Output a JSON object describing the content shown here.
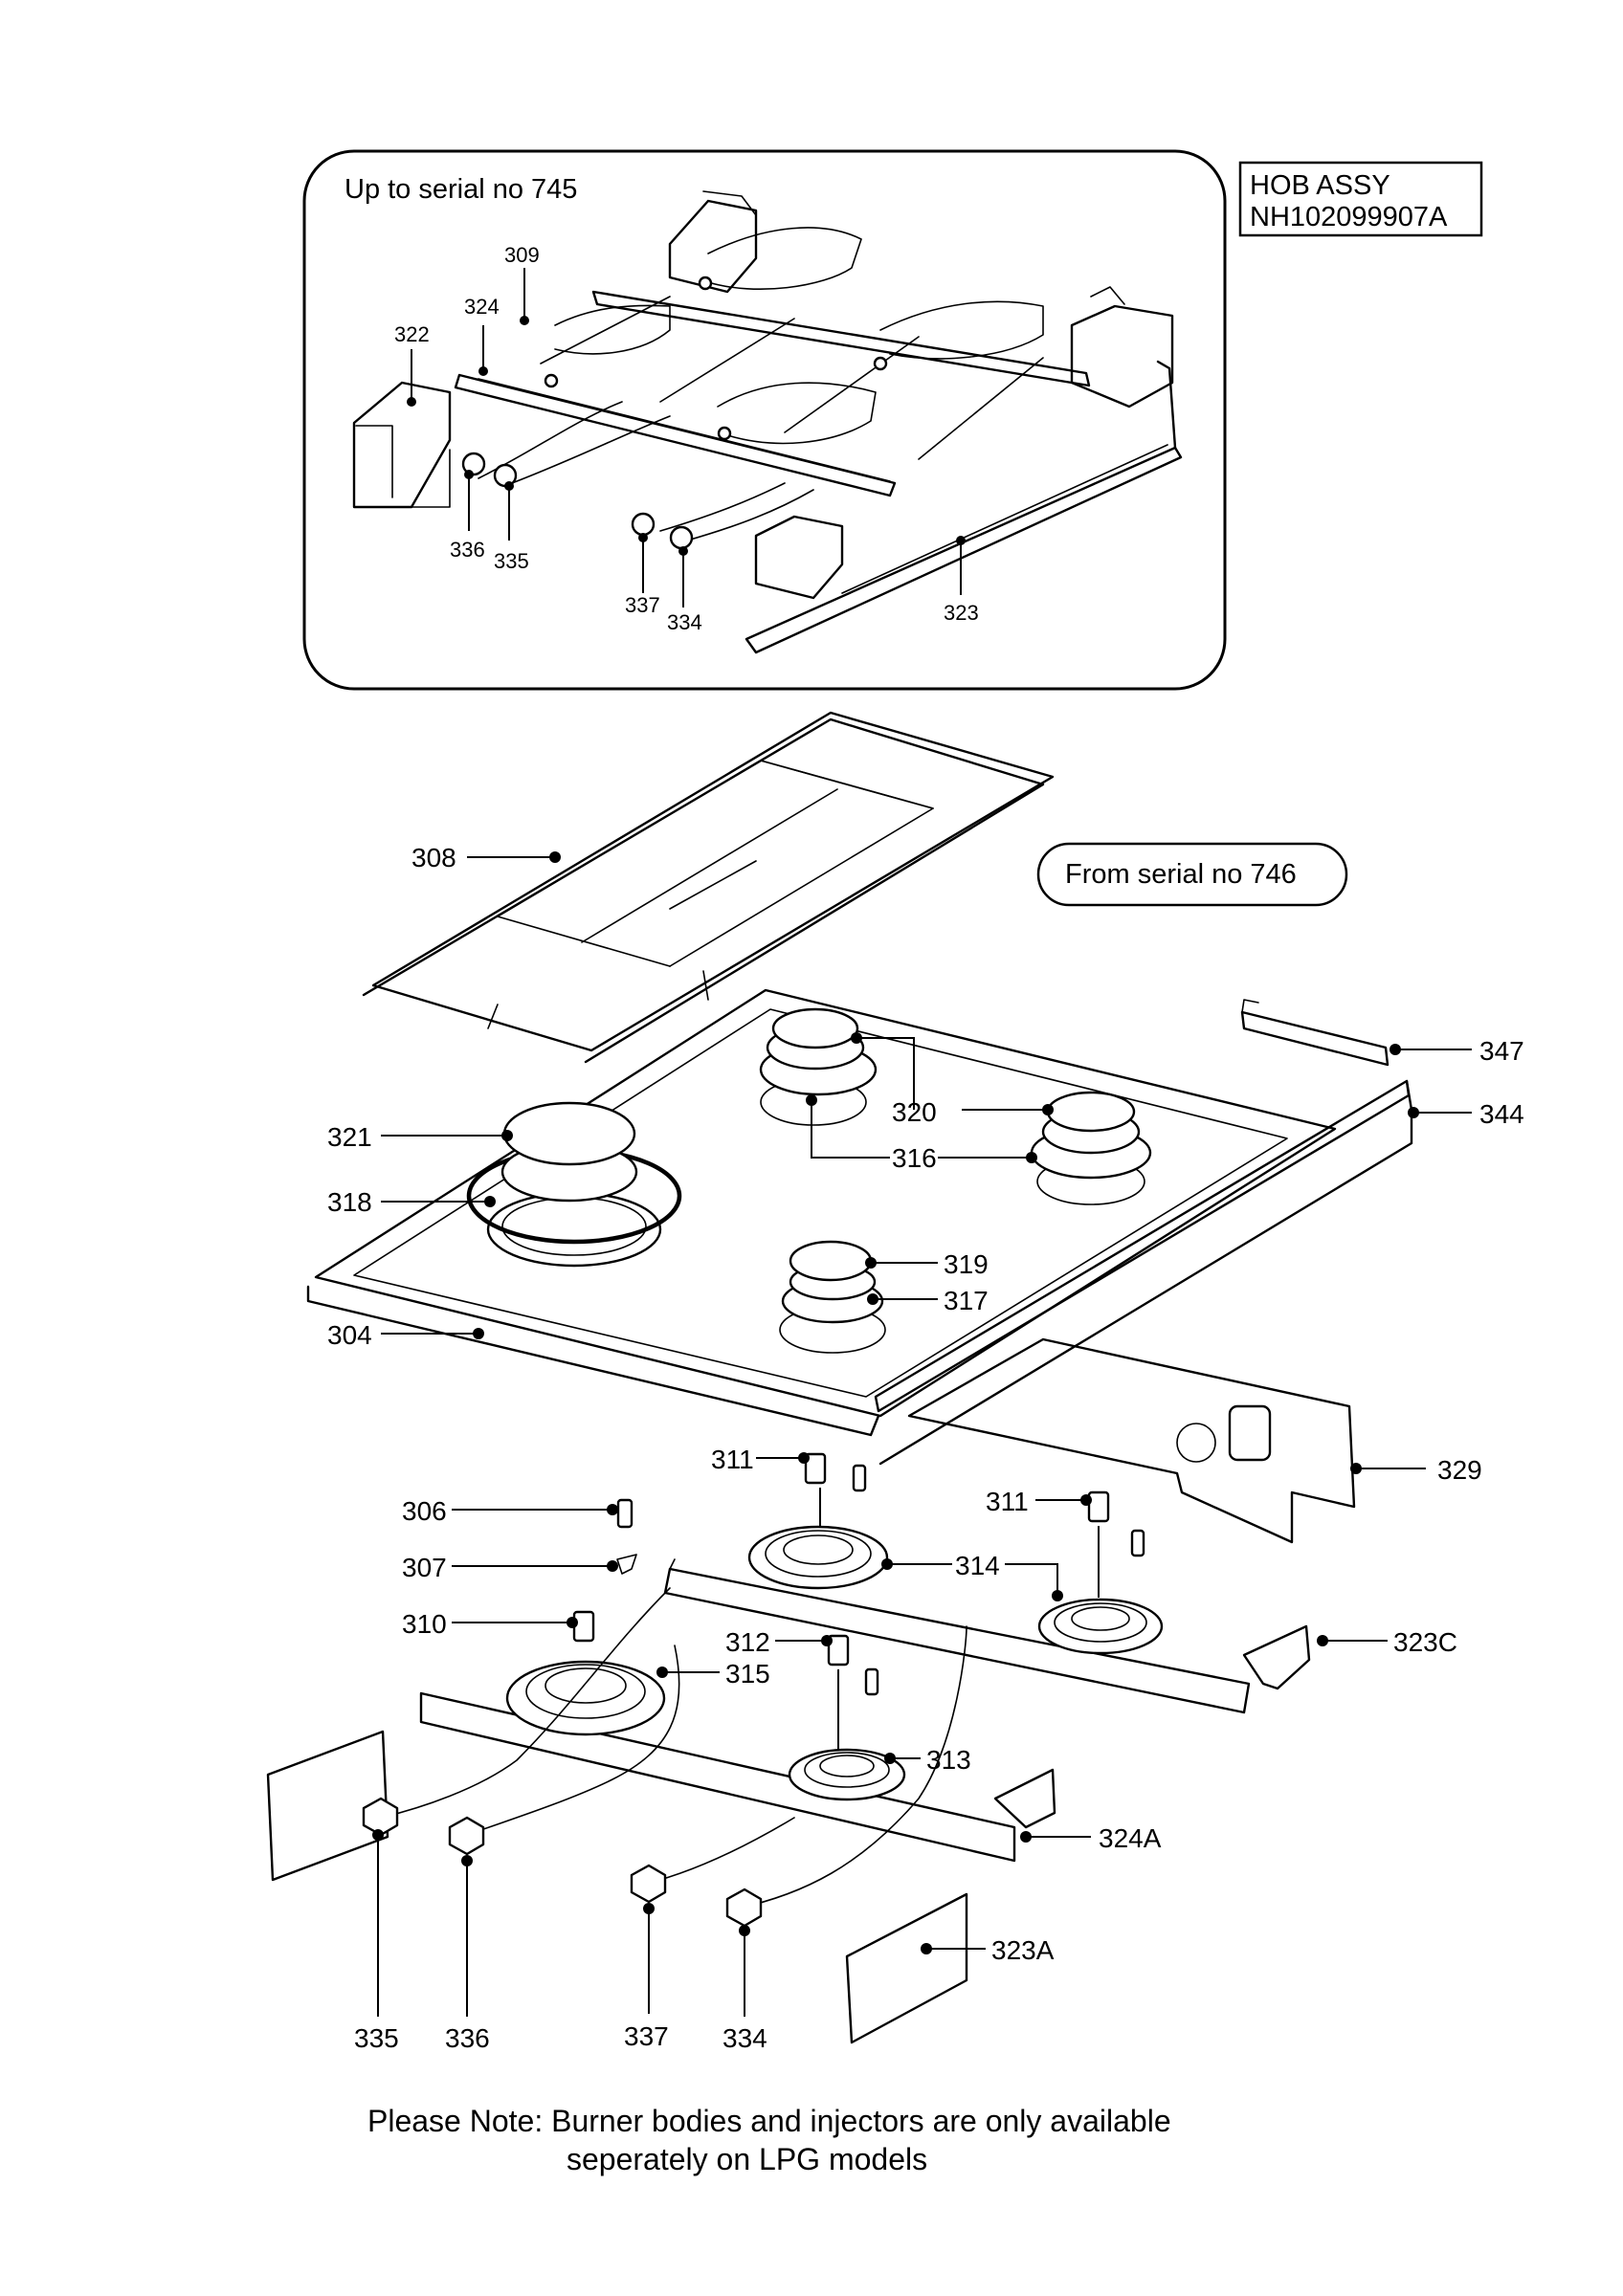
{
  "title_box": {
    "line1": "HOB ASSY",
    "line2": "NH102099907A"
  },
  "inset": {
    "caption": "Up to serial no 745",
    "labels": {
      "l309": "309",
      "l324": "324",
      "l322": "322",
      "l336": "336",
      "l335": "335",
      "l337": "337",
      "l334": "334",
      "l323": "323"
    }
  },
  "main": {
    "badge": "From serial no 746",
    "labels": {
      "l308": "308",
      "l347": "347",
      "l344": "344",
      "l320": "320",
      "l321": "321",
      "l316": "316",
      "l318": "318",
      "l319": "319",
      "l317": "317",
      "l304": "304",
      "l329": "329",
      "l311a": "311",
      "l311b": "311",
      "l306": "306",
      "l307": "307",
      "l314": "314",
      "l310": "310",
      "l312": "312",
      "l323c": "323C",
      "l315": "315",
      "l313": "313",
      "l324a": "324A",
      "l323a": "323A",
      "b335": "335",
      "b336": "336",
      "b337": "337",
      "b334": "334"
    }
  },
  "note": {
    "line1": "Please Note: Burner bodies and injectors are only available",
    "line2": "seperately on LPG models"
  }
}
